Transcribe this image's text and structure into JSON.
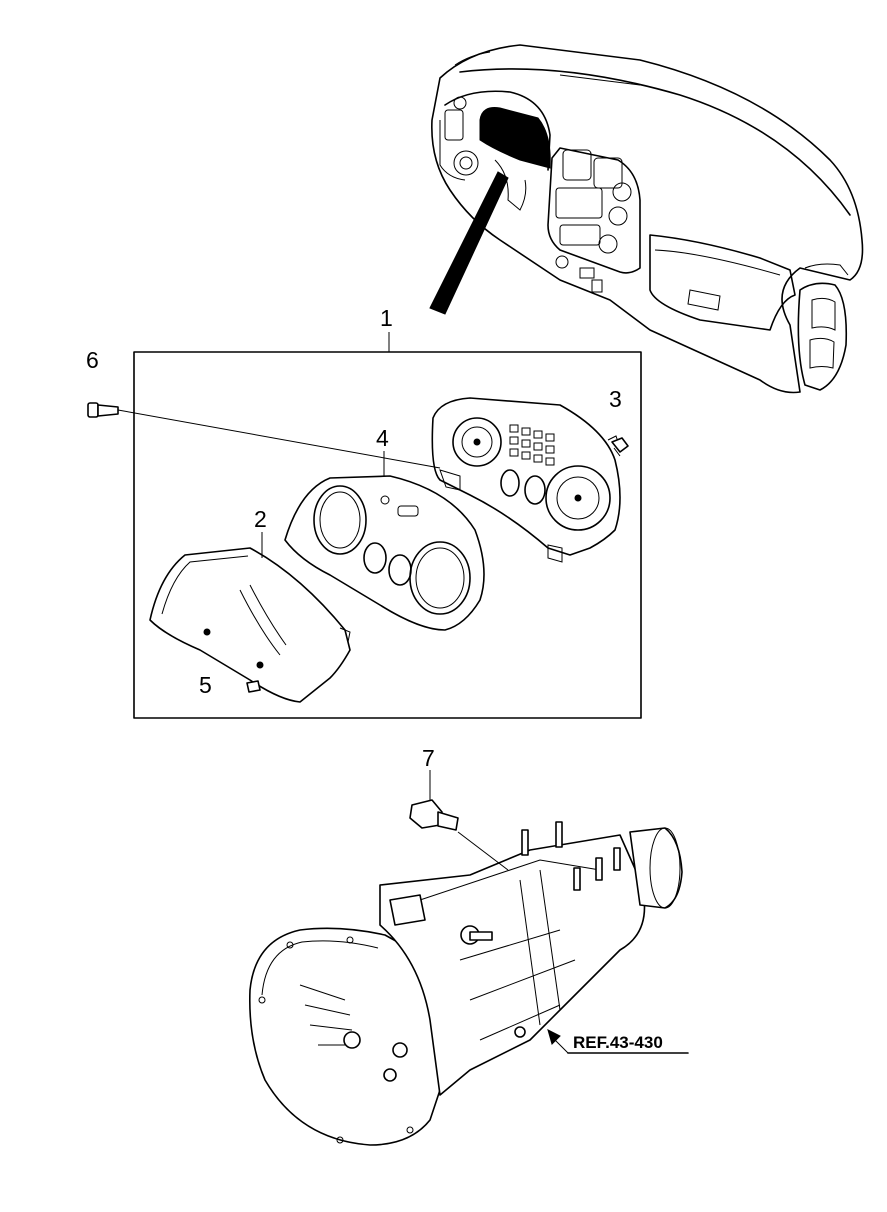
{
  "callouts": [
    {
      "id": "1",
      "text": "1"
    },
    {
      "id": "2",
      "text": "2"
    },
    {
      "id": "3",
      "text": "3"
    },
    {
      "id": "4",
      "text": "4"
    },
    {
      "id": "5",
      "text": "5"
    },
    {
      "id": "6",
      "text": "6"
    },
    {
      "id": "7",
      "text": "7"
    }
  ],
  "reference": {
    "text": "REF.43-430"
  }
}
